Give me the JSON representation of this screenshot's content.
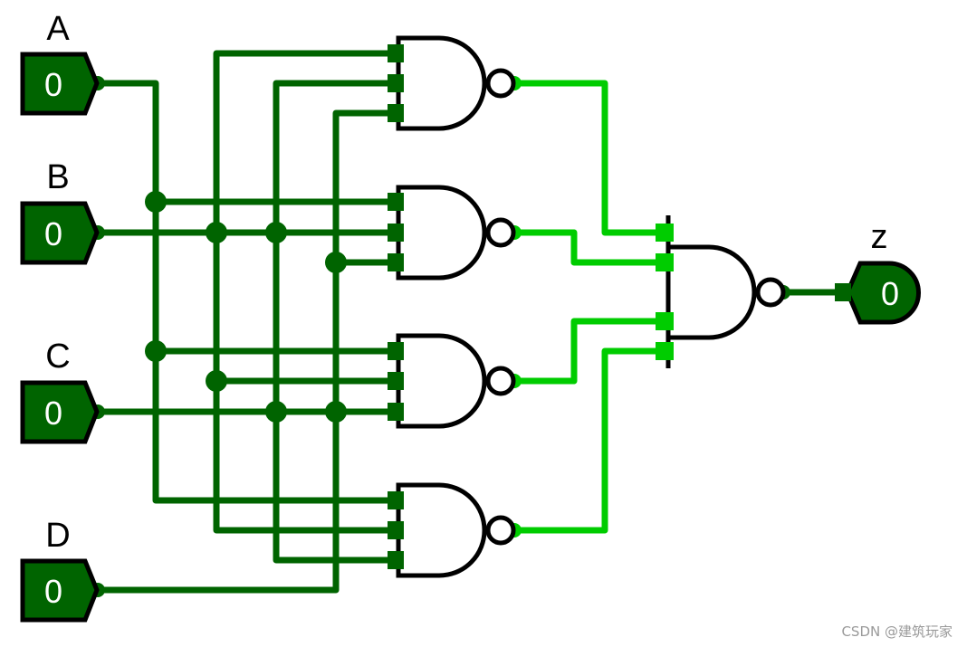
{
  "inputs": [
    {
      "name": "A",
      "value": "0"
    },
    {
      "name": "B",
      "value": "0"
    },
    {
      "name": "C",
      "value": "0"
    },
    {
      "name": "D",
      "value": "0"
    }
  ],
  "output": {
    "name": "z",
    "value": "0"
  },
  "watermark": "CSDN @建筑玩家",
  "colors": {
    "wire_low": "#006400",
    "wire_gate_out": "#00cc00",
    "pin_fill": "#006400",
    "gate_stroke": "#000000"
  }
}
